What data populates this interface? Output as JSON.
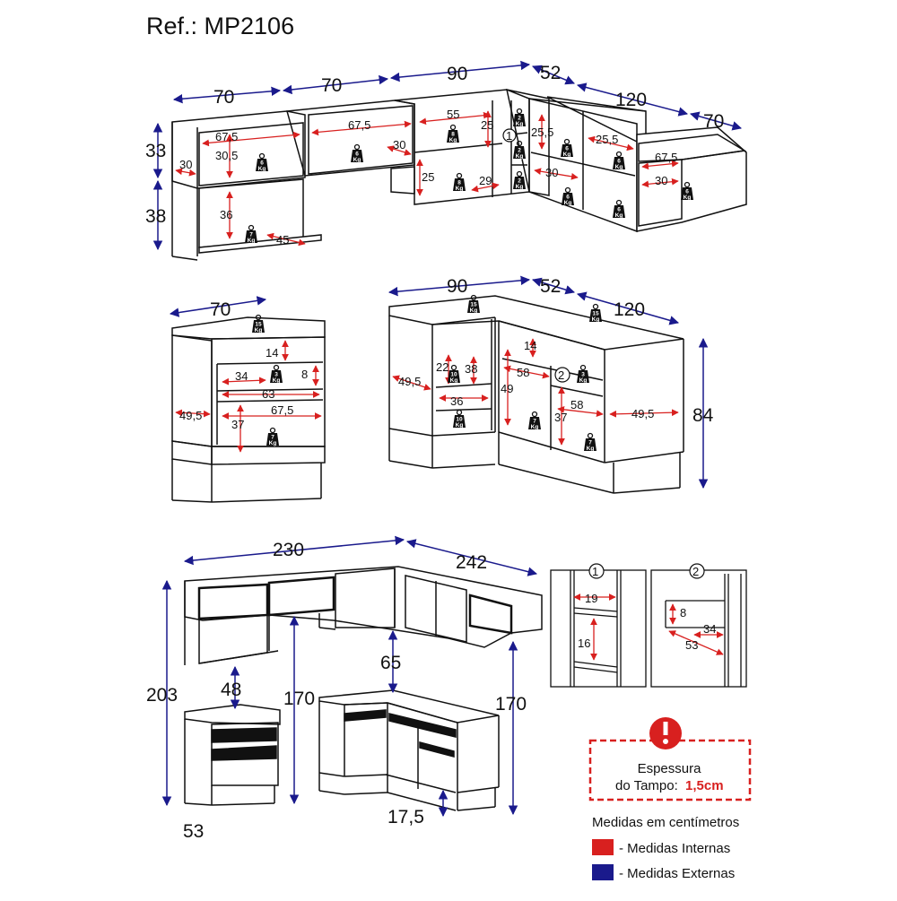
{
  "title": "Ref.: MP2106",
  "colors": {
    "internal": "#d8201f",
    "external": "#1a1a8c",
    "line": "#111111"
  },
  "upper": {
    "widths": [
      "70",
      "70",
      "90",
      "52",
      "120",
      "70"
    ],
    "heights": [
      "33",
      "38"
    ],
    "internal": [
      "67,5",
      "30,5",
      "30",
      "36",
      "45",
      "67,5",
      "30",
      "55",
      "25",
      "25",
      "29",
      "25,5",
      "25,5",
      "30",
      "67,5",
      "30"
    ],
    "weights": [
      "6",
      "7",
      "6",
      "8",
      "8",
      "2",
      "2",
      "2",
      "6",
      "6",
      "6",
      "6",
      "6"
    ],
    "detail_marker": "1"
  },
  "lower_left": {
    "width": "70",
    "internal": [
      "14",
      "34",
      "8",
      "63",
      "67,5",
      "37",
      "49,5"
    ],
    "weights": [
      "15",
      "3",
      "7"
    ]
  },
  "lower_right": {
    "widths": [
      "90",
      "52",
      "120"
    ],
    "height": "84",
    "internal": [
      "22",
      "38",
      "49,5",
      "36",
      "14",
      "58",
      "49",
      "58",
      "37",
      "49,5"
    ],
    "weights": [
      "15",
      "15",
      "10",
      "10",
      "7",
      "3",
      "7"
    ],
    "detail_marker": "2"
  },
  "overview": {
    "widths": [
      "230",
      "242"
    ],
    "heights": [
      "203",
      "170",
      "170"
    ],
    "depths": [
      "48",
      "53",
      "65",
      "17,5"
    ]
  },
  "details": {
    "d1": {
      "label": "1",
      "values": [
        "19",
        "16"
      ]
    },
    "d2": {
      "label": "2",
      "values": [
        "8",
        "34",
        "53"
      ]
    }
  },
  "note": {
    "line1": "Espessura",
    "line2_prefix": "do Tampo:",
    "line2_value": "1,5cm"
  },
  "legend": {
    "title": "Medidas em centímetros",
    "items": [
      {
        "label": "- Medidas Internas",
        "color": "#d8201f"
      },
      {
        "label": "- Medidas Externas",
        "color": "#1a1a8c"
      }
    ]
  },
  "weight_unit": "Kg"
}
